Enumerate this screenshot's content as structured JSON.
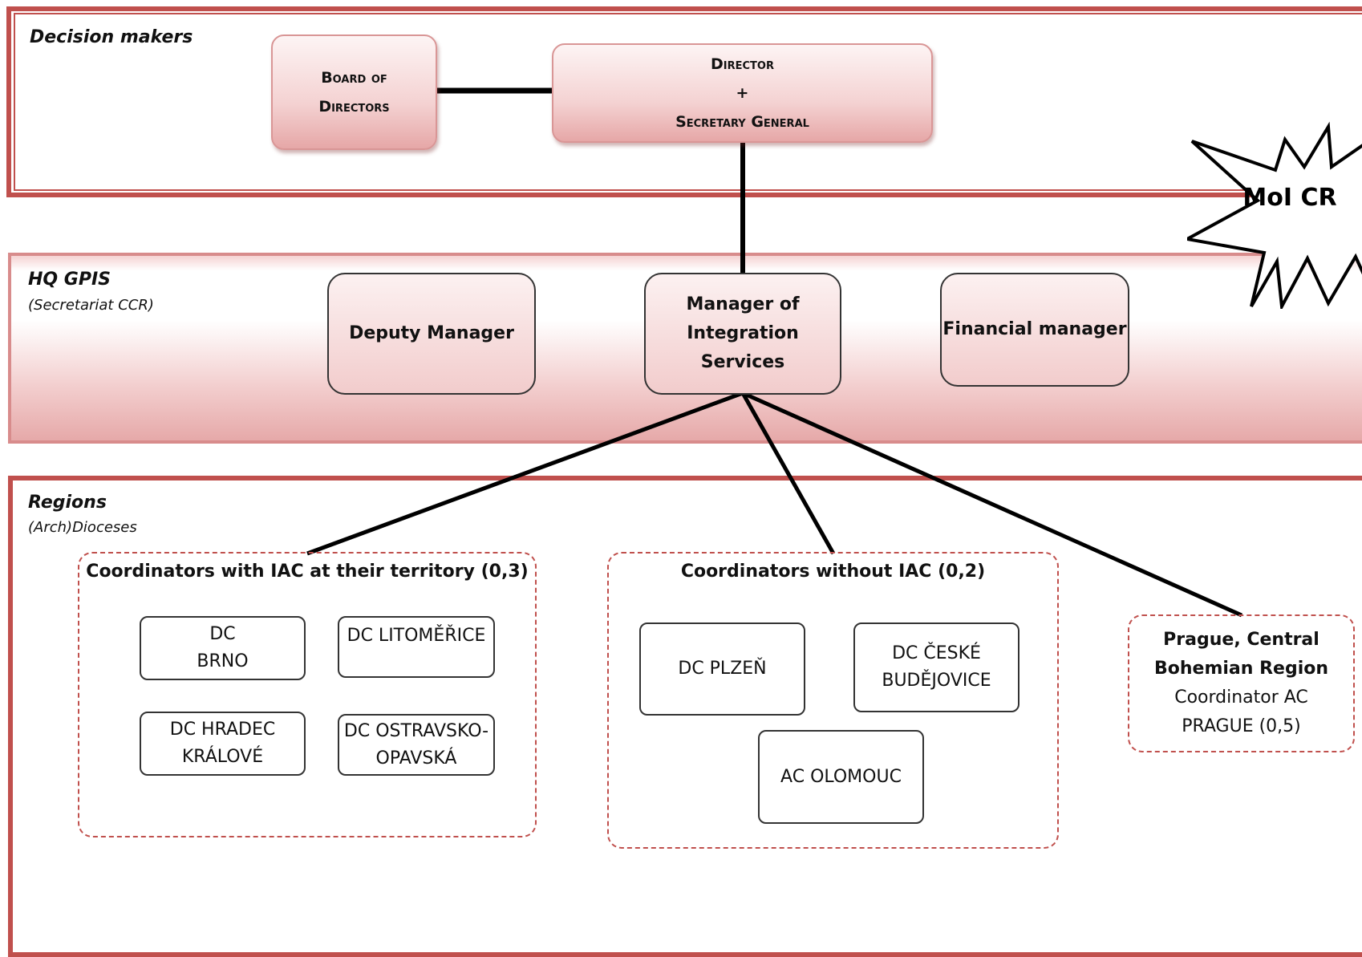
{
  "decision_makers": {
    "title": "Decision makers",
    "board": [
      "Board of",
      "Directors"
    ],
    "director": [
      "Director",
      "+",
      "Secretary General"
    ]
  },
  "hq": {
    "title": "HQ GPIS",
    "subtitle": "(Secretariat CCR)",
    "deputy": "Deputy Manager",
    "manager": [
      "Manager of",
      "Integration Services"
    ],
    "financial": "Financial manager"
  },
  "external": {
    "label": "MoI CR"
  },
  "regions": {
    "title": "Regions",
    "subtitle": "(Arch)Dioceses",
    "with_iac": {
      "title": "Coordinators with IAC at their territory (0,3)",
      "items": [
        [
          "DC",
          "BRNO"
        ],
        [
          "DC LITOMĚŘICE"
        ],
        [
          "DC HRADEC",
          "KRÁLOVÉ"
        ],
        [
          "DC OSTRAVSKO-",
          "OPAVSKÁ"
        ]
      ]
    },
    "without_iac": {
      "title": "Coordinators without IAC (0,2)",
      "items": [
        [
          "DC PLZEŇ"
        ],
        [
          "DC ČESKÉ",
          "BUDĚJOVICE"
        ],
        [
          "AC OLOMOUC"
        ]
      ]
    },
    "prague": {
      "lines": [
        "Prague, Central",
        "Bohemian Region",
        "Coordinator AC",
        "PRAGUE (0,5)"
      ]
    }
  },
  "colors": {
    "band_border": "#c0504d",
    "band_fill": "#e6a9a9",
    "connector": "#000000"
  }
}
